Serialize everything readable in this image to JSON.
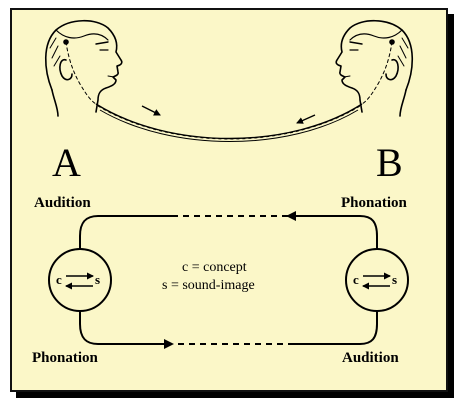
{
  "speakers": {
    "left": "A",
    "right": "B"
  },
  "labels": {
    "top_left": "Audition",
    "top_right": "Phonation",
    "bottom_left": "Phonation",
    "bottom_right": "Audition"
  },
  "legend": {
    "line1": "c = concept",
    "line2": "s = sound-image"
  },
  "circle_letters": {
    "c": "c",
    "s": "s"
  },
  "colors": {
    "background": "#fbf7c8",
    "ink": "#000000"
  }
}
